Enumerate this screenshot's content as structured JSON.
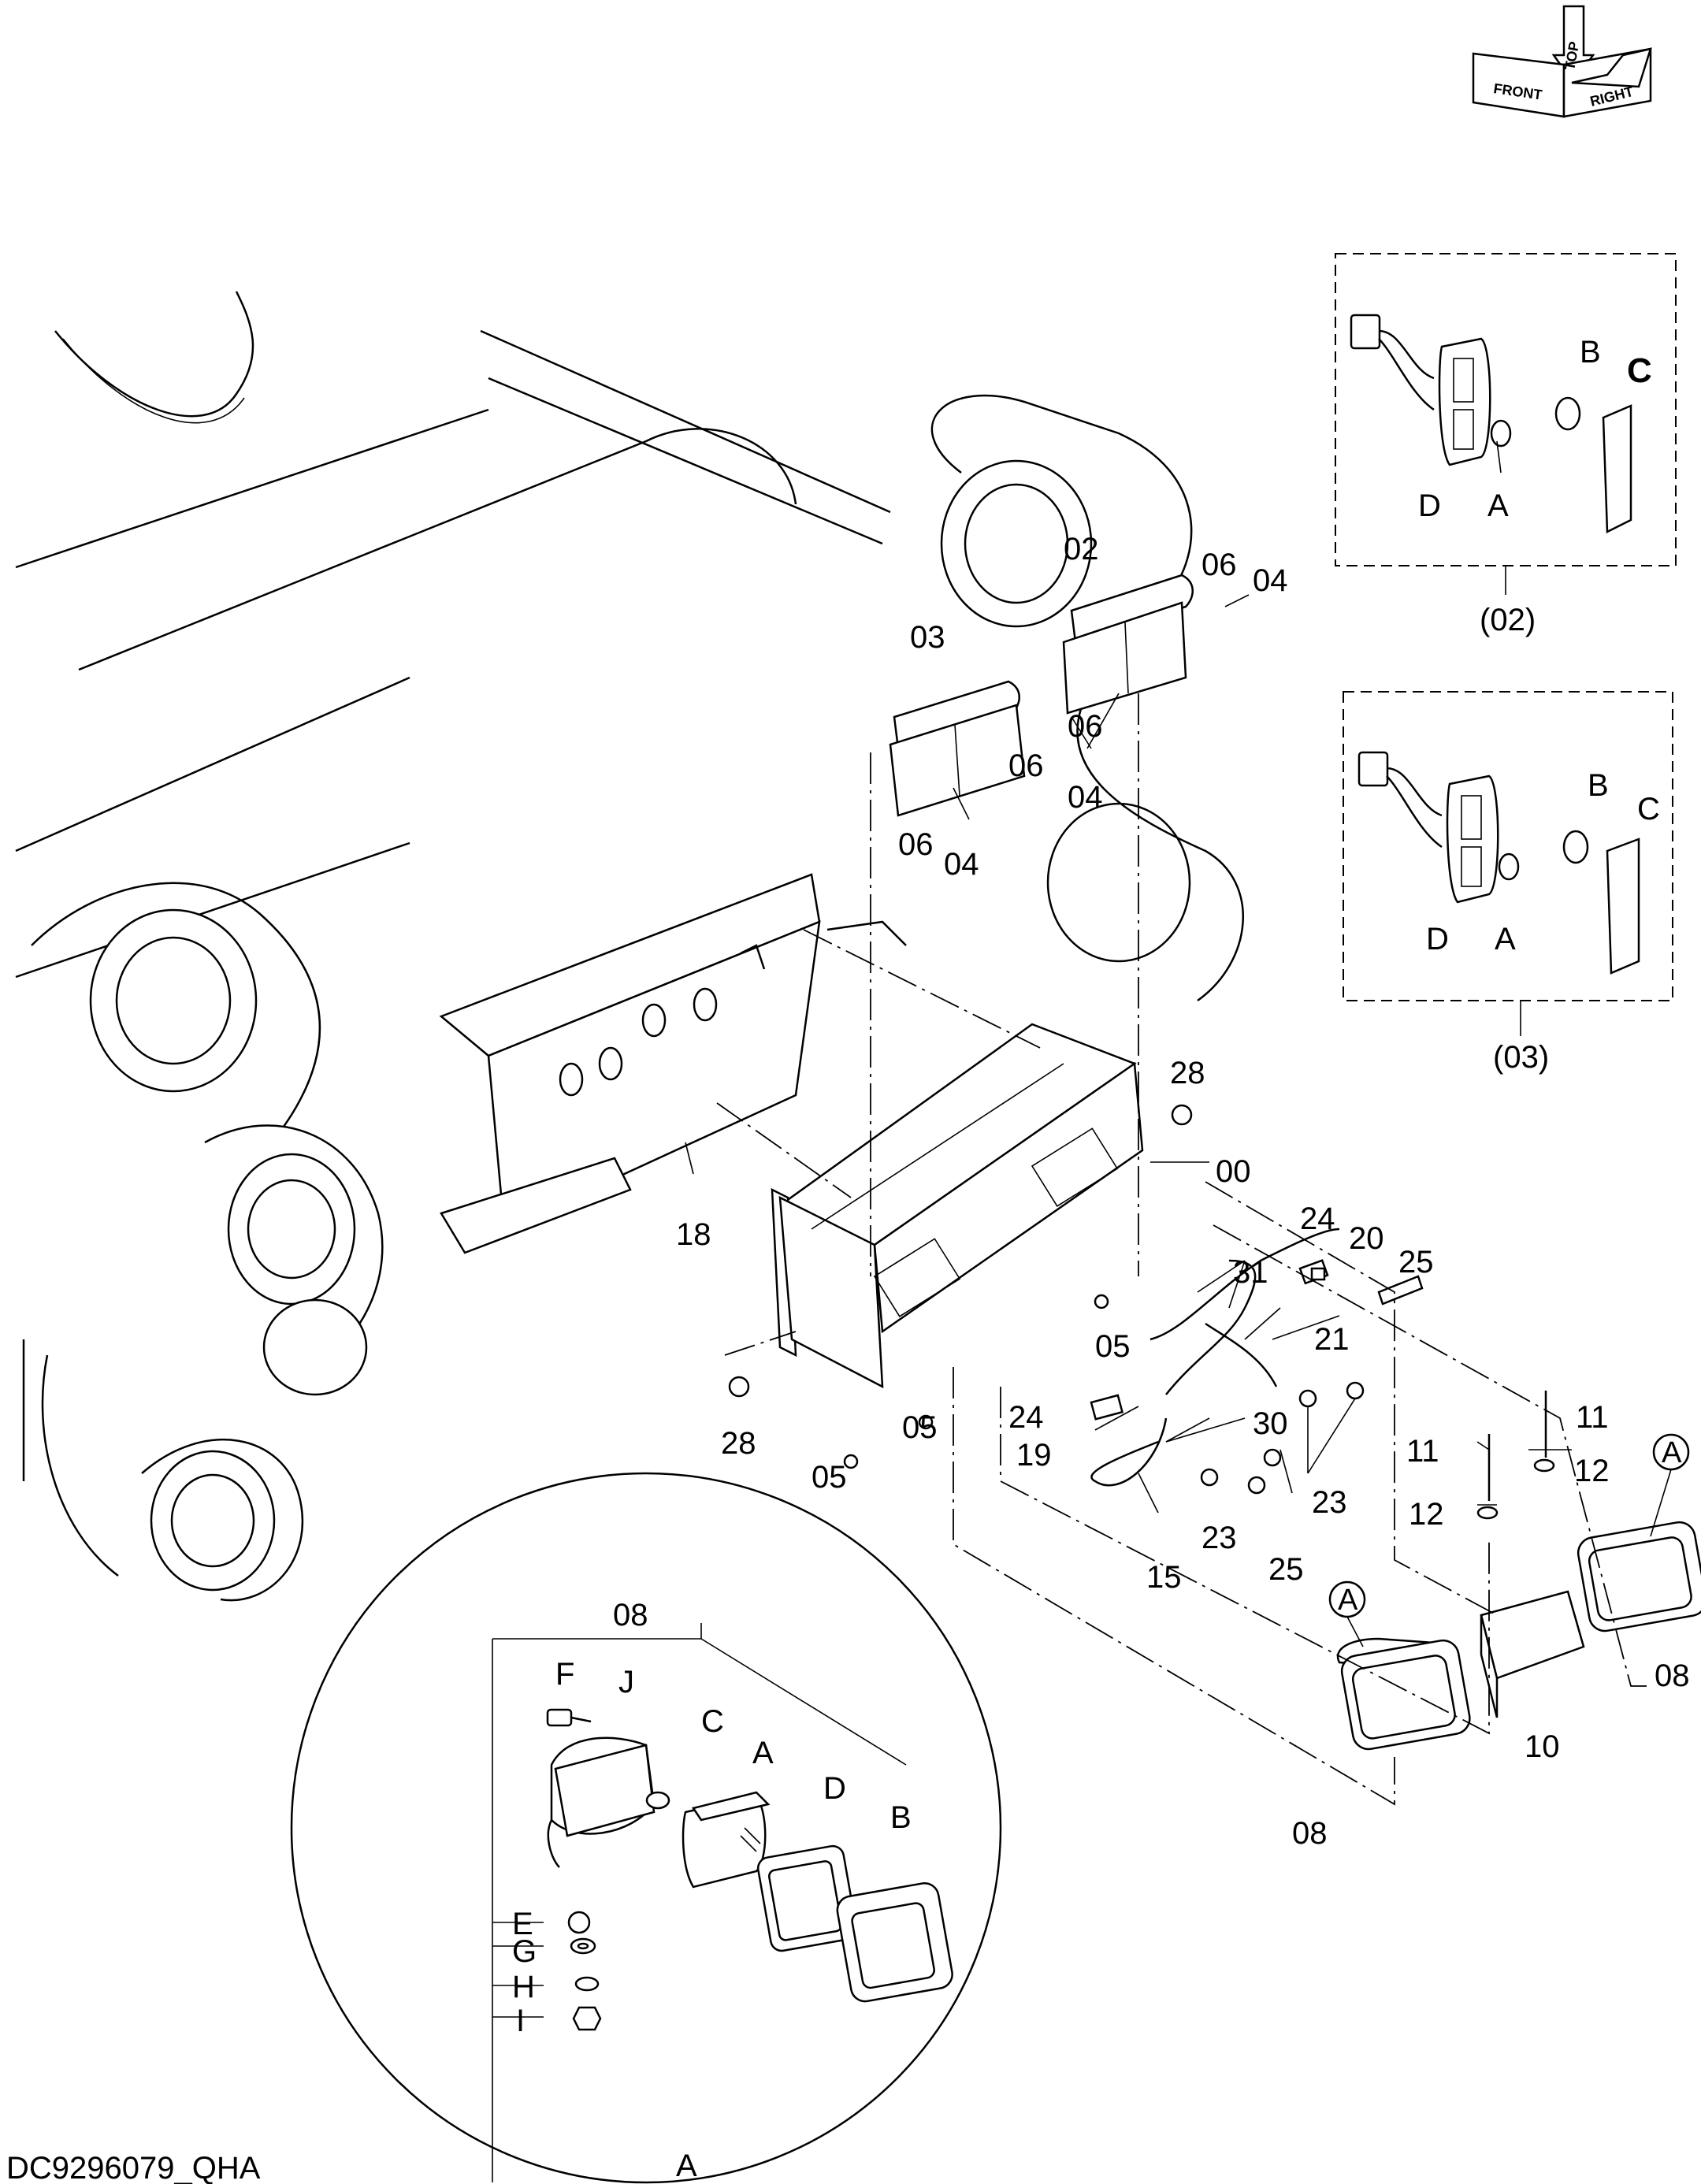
{
  "drawing_code": "DC9296079_QHA",
  "orientation_compass": {
    "top": "TOP",
    "front": "FRONT",
    "right": "RIGHT"
  },
  "detail_boxes": {
    "box_02": {
      "caption": "(02)",
      "parts": {
        "a": "A",
        "b": "B",
        "c": "C",
        "d": "D"
      }
    },
    "box_03": {
      "caption": "(03)",
      "parts": {
        "a": "A",
        "b": "B",
        "c": "C",
        "d": "D"
      }
    }
  },
  "detail_circle": {
    "caption": "A",
    "header": "08",
    "parts": {
      "a": "A",
      "b": "B",
      "c": "C",
      "d": "D",
      "e": "E",
      "f": "F",
      "g": "G",
      "h": "H",
      "i": "I",
      "j": "J"
    }
  },
  "callouts": {
    "c00": "00",
    "c02": "02",
    "c03": "03",
    "c04a": "04",
    "c04b": "04",
    "c04c": "04",
    "c05a": "05",
    "c05b": "05",
    "c05c": "05",
    "c06a": "06",
    "c06b": "06",
    "c06c": "06",
    "c06d": "06",
    "c08a": "08",
    "c08b": "08",
    "c10": "10",
    "c11a": "11",
    "c11b": "11",
    "c12a": "12",
    "c12b": "12",
    "c15": "15",
    "c18": "18",
    "c19": "19",
    "c20": "20",
    "c21": "21",
    "c23a": "23",
    "c23b": "23",
    "c24a": "24",
    "c24b": "24",
    "c25a": "25",
    "c25b": "25",
    "c28a": "28",
    "c28b": "28",
    "c30": "30",
    "c31": "31",
    "ref_a1": "A",
    "ref_a2": "A"
  }
}
